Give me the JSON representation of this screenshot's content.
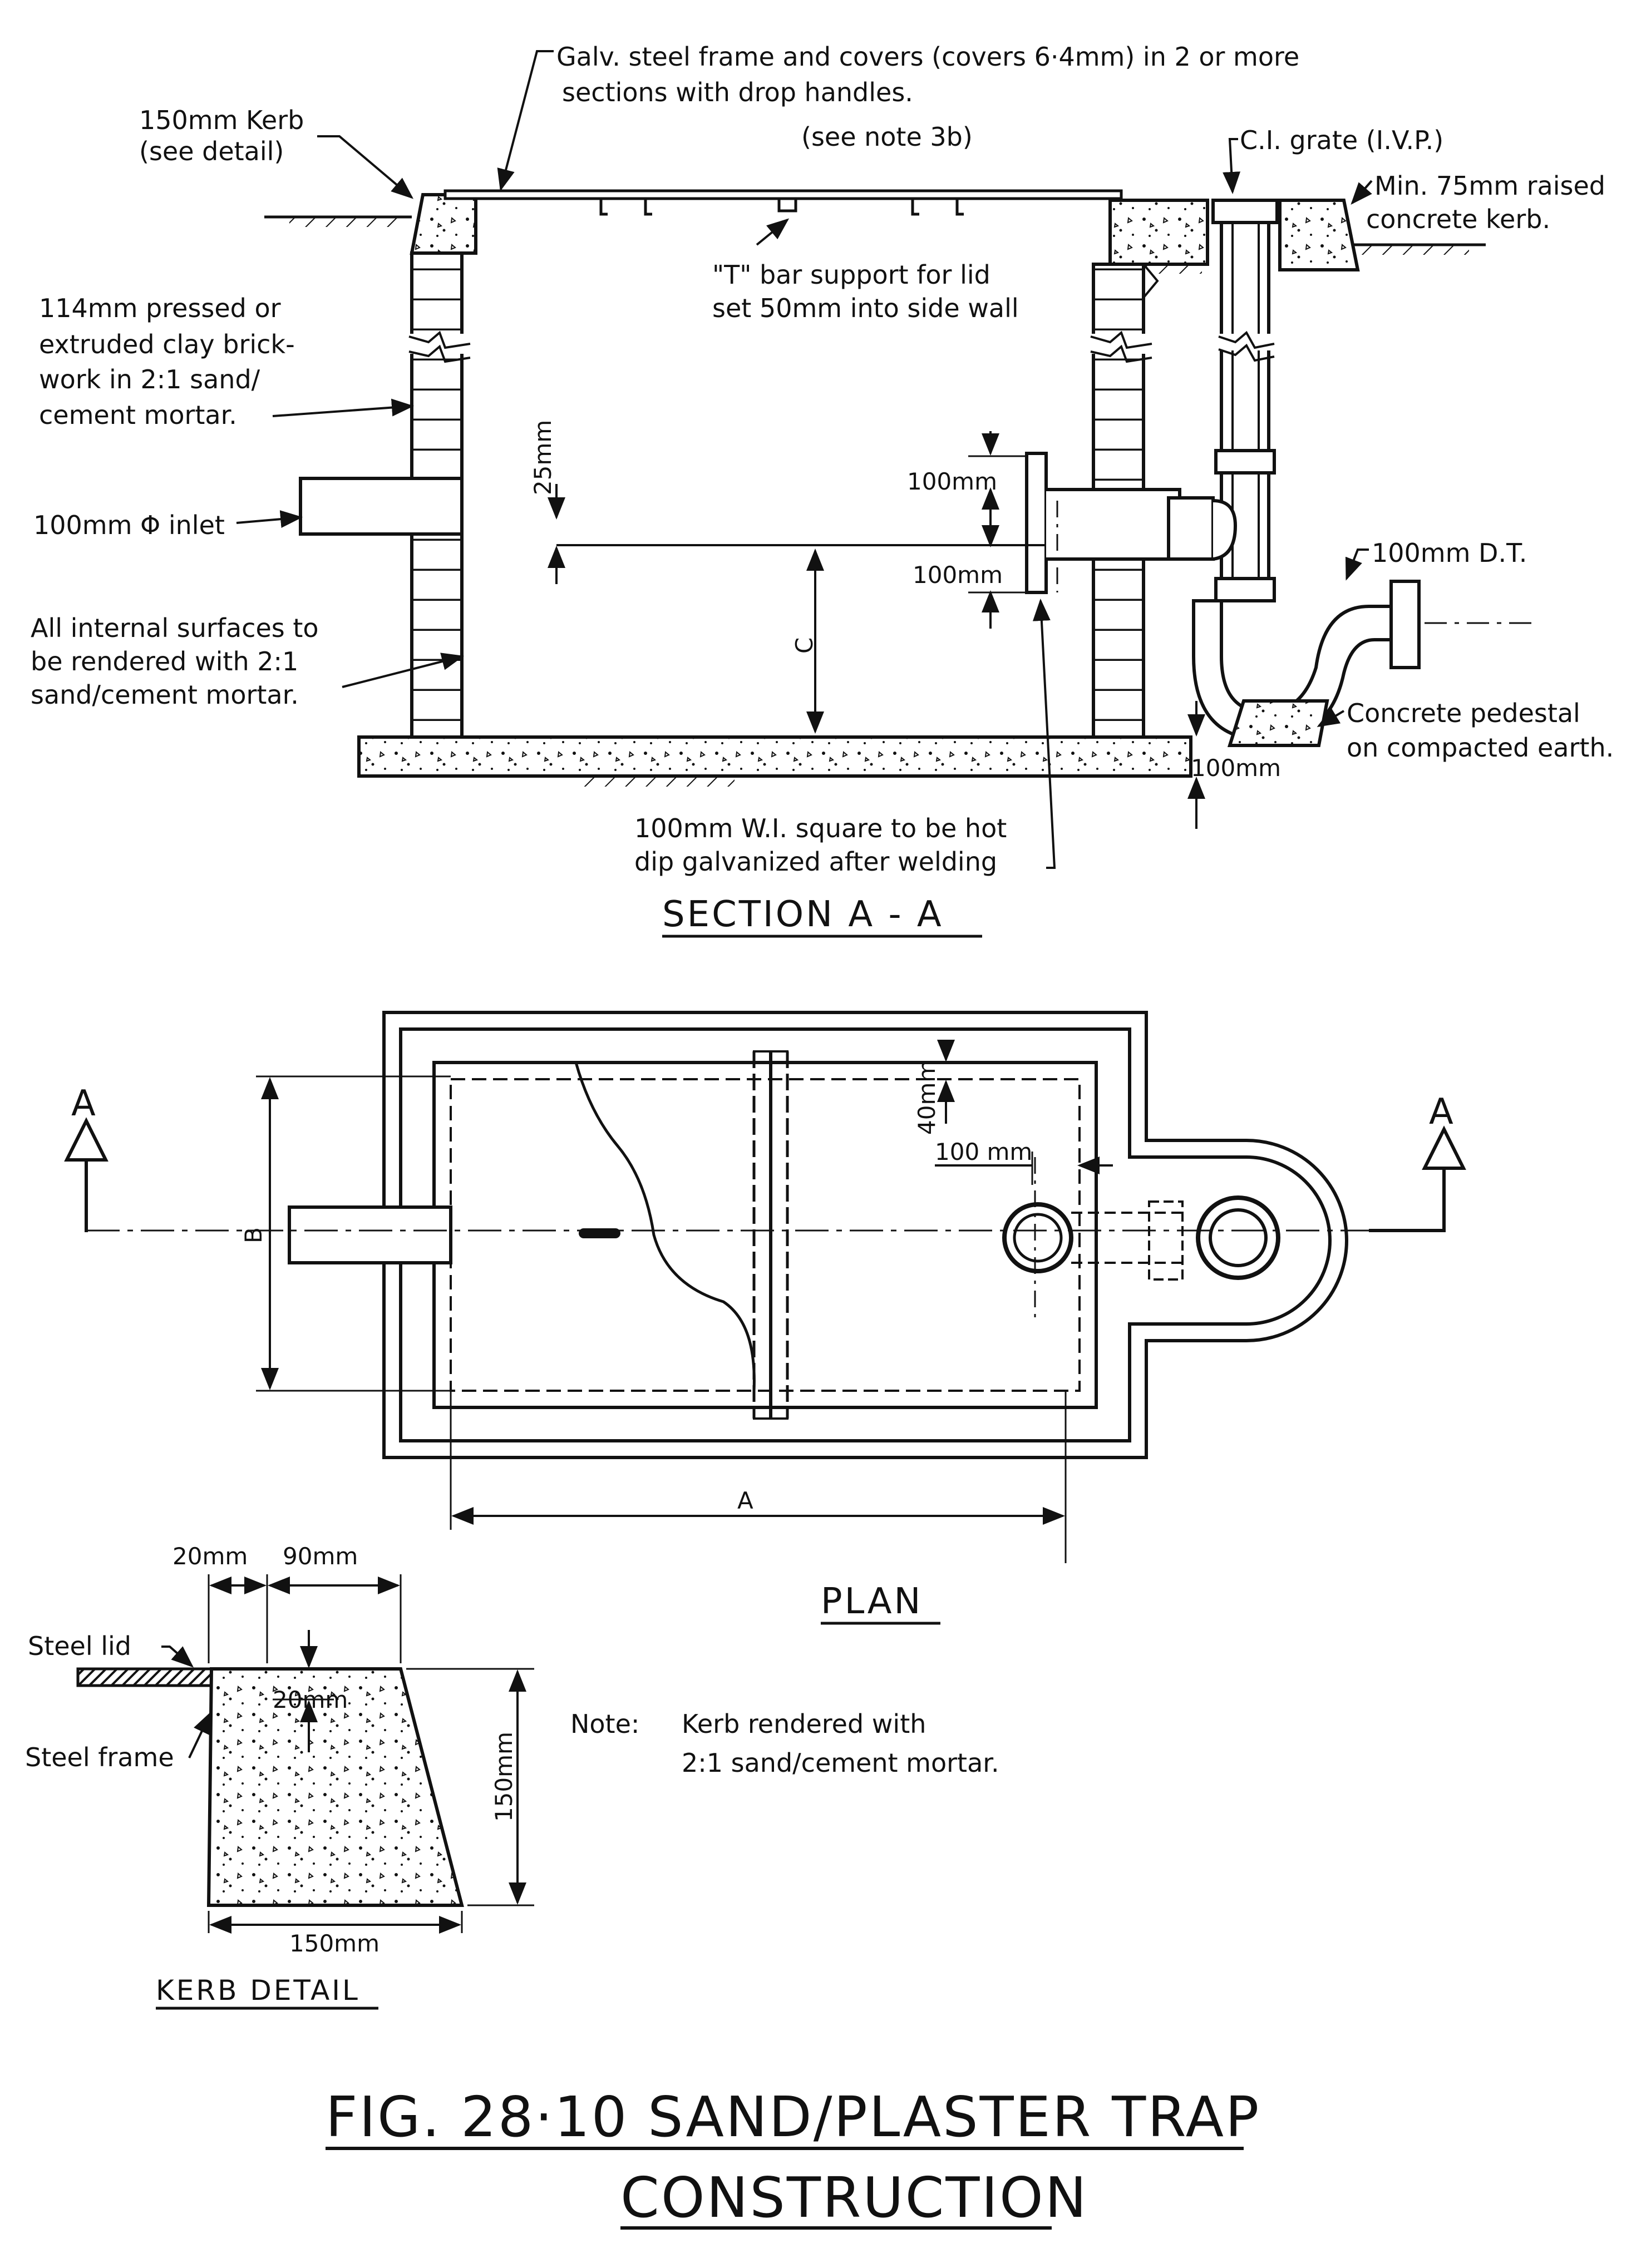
{
  "figure": {
    "title_line1": "FIG. 28·10  SAND/PLASTER TRAP",
    "title_line2": "CONSTRUCTION"
  },
  "section": {
    "title": "SECTION  A - A",
    "labels": {
      "galv_l1": "Galv. steel frame and covers (covers 6·4mm) in 2 or more",
      "galv_l2": "sections with drop handles.",
      "galv_l3": "(see note 3b)",
      "kerb_l1": "150mm Kerb",
      "kerb_l2": "(see detail)",
      "ci_grate": "C.I. grate (I.V.P.)",
      "raised_l1": "Min. 75mm raised",
      "raised_l2": "concrete kerb.",
      "tbar_l1": "\"T\" bar support for lid",
      "tbar_l2": "set 50mm into side wall",
      "brick_l1": "114mm pressed or",
      "brick_l2": "extruded clay brick-",
      "brick_l3": "work in 2:1 sand/",
      "brick_l4": "cement mortar.",
      "inlet": "100mm Φ inlet",
      "render_l1": "All internal surfaces to",
      "render_l2": "be rendered with 2:1",
      "render_l3": "sand/cement mortar.",
      "wi_l1": "100mm W.I. square to be hot",
      "wi_l2": "dip galvanized after welding",
      "dt": "100mm D.T.",
      "pedestal_l1": "Concrete pedestal",
      "pedestal_l2": "on compacted earth."
    },
    "dims": {
      "d25": "25mm",
      "c": "C",
      "d100a": "100mm",
      "d100b": "100mm",
      "d100c": "100mm"
    }
  },
  "plan": {
    "title": "PLAN",
    "section_marker": "A",
    "dims": {
      "a": "A",
      "b": "B",
      "d40": "40mm",
      "d100": "100 mm"
    }
  },
  "kerb": {
    "title": "KERB DETAIL",
    "labels": {
      "steel_lid": "Steel lid",
      "steel_frame": "Steel frame"
    },
    "dims": {
      "d20a": "20mm",
      "d90": "90mm",
      "d20b": "20mm",
      "d150v": "150mm",
      "d150h": "150mm"
    },
    "note_label": "Note:",
    "note_l1": "Kerb rendered with",
    "note_l2": "2:1 sand/cement mortar."
  }
}
